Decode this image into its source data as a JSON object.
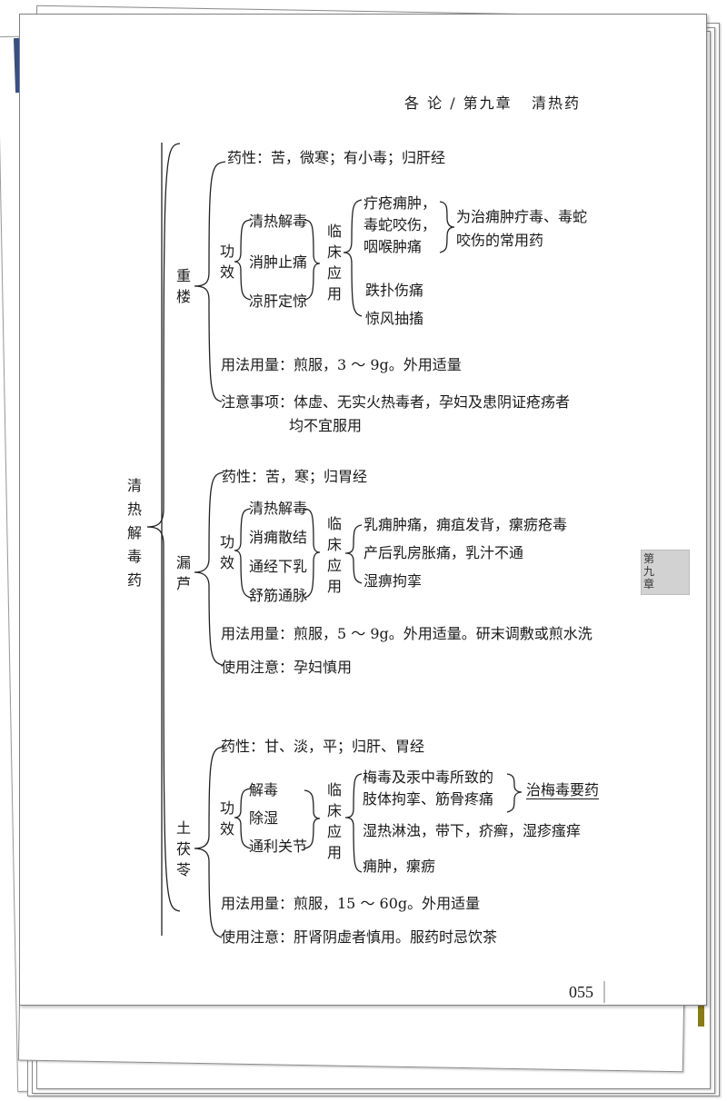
{
  "header": {
    "section": "各  论",
    "separator": "/",
    "chapter": "第九章",
    "topic": "清热药"
  },
  "side_tab": {
    "label": "第九章"
  },
  "page_number": "055",
  "root": {
    "label": "清热解毒药"
  },
  "herbs": [
    {
      "name": "重楼",
      "properties": "药性：苦，微寒；有小毒；归肝经",
      "effects_label": "功效",
      "effects": [
        "清热解毒",
        "消肿止痛",
        "凉肝定惊"
      ],
      "clinical_label": "临床应用",
      "clinical": [
        {
          "lines": [
            "疔疮痈肿，",
            "毒蛇咬伤，",
            "咽喉肿痛"
          ],
          "note": [
            "为治痈肿疔毒、毒蛇",
            "咬伤的常用药"
          ]
        },
        {
          "lines": [
            "跌扑伤痛"
          ]
        },
        {
          "lines": [
            "惊风抽搐"
          ]
        }
      ],
      "dosage": "用法用量：煎服，3 ～ 9g。外用适量",
      "caution": [
        "注意事项：体虚、无实火热毒者，孕妇及患阴证疮疡者",
        "均不宜服用"
      ]
    },
    {
      "name": "漏芦",
      "properties": "药性：苦，寒；归胃经",
      "effects_label": "功效",
      "effects": [
        "清热解毒",
        "消痈散结",
        "通经下乳",
        "舒筋通脉"
      ],
      "clinical_label": "临床应用",
      "clinical": [
        {
          "lines": [
            "乳痈肿痛，痈疽发背，瘰疬疮毒"
          ]
        },
        {
          "lines": [
            "产后乳房胀痛，乳汁不通"
          ]
        },
        {
          "lines": [
            "湿痹拘挛"
          ]
        }
      ],
      "dosage": "用法用量：煎服，5 ～ 9g。外用适量。研末调敷或煎水洗",
      "caution": [
        "使用注意：孕妇慎用"
      ]
    },
    {
      "name": "土茯苓",
      "properties": "药性：甘、淡，平；归肝、胃经",
      "effects_label": "功效",
      "effects": [
        "解毒",
        "除湿",
        "通利关节"
      ],
      "clinical_label": "临床应用",
      "clinical": [
        {
          "lines": [
            "梅毒及汞中毒所致的",
            "肢体拘挛、筋骨疼痛"
          ],
          "note": [
            "治梅毒要药"
          ]
        },
        {
          "lines": [
            "湿热淋浊，带下，疥癣，湿疹瘙痒"
          ]
        },
        {
          "lines": [
            "痈肿，瘰疬"
          ]
        }
      ],
      "dosage": "用法用量：煎服，15 ～ 60g。外用适量",
      "caution": [
        "使用注意：肝肾阴虚者慎用。服药时忌饮茶"
      ]
    }
  ],
  "colors": {
    "page_border": "#808080",
    "tab_fill": "#d2d2d2",
    "back_sheet_accent_blue": "#3a4f86",
    "back_sheet_accent_olive": "#8a7a1a"
  }
}
